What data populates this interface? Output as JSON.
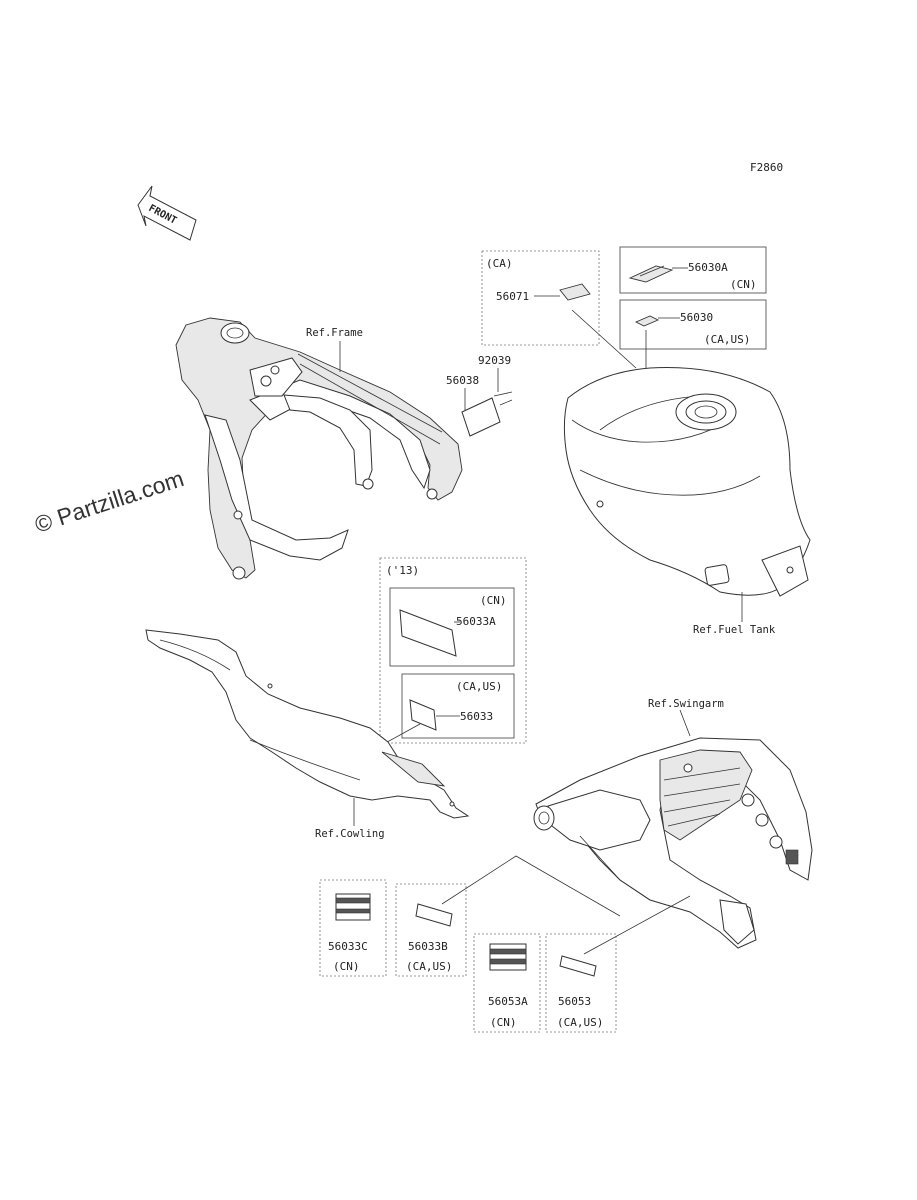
{
  "figure_code": "F2860",
  "watermark": "© Partzilla.com",
  "front_indicator": "FRONT",
  "refs": {
    "frame": "Ref.Frame",
    "fuel_tank": "Ref.Fuel Tank",
    "cowling": "Ref.Cowling",
    "swingarm": "Ref.Swingarm"
  },
  "groups": {
    "ca": "(CA)",
    "cn": "(CN)",
    "ca_us": "(CA,US)",
    "y13": "('13)"
  },
  "parts": {
    "p56071": "56071",
    "p56030A": "56030A",
    "p56030": "56030",
    "p92039": "92039",
    "p56038": "56038",
    "p56033A": "56033A",
    "p56033": "56033",
    "p56033C": "56033C",
    "p56033B": "56033B",
    "p56053A": "56053A",
    "p56053": "56053"
  }
}
